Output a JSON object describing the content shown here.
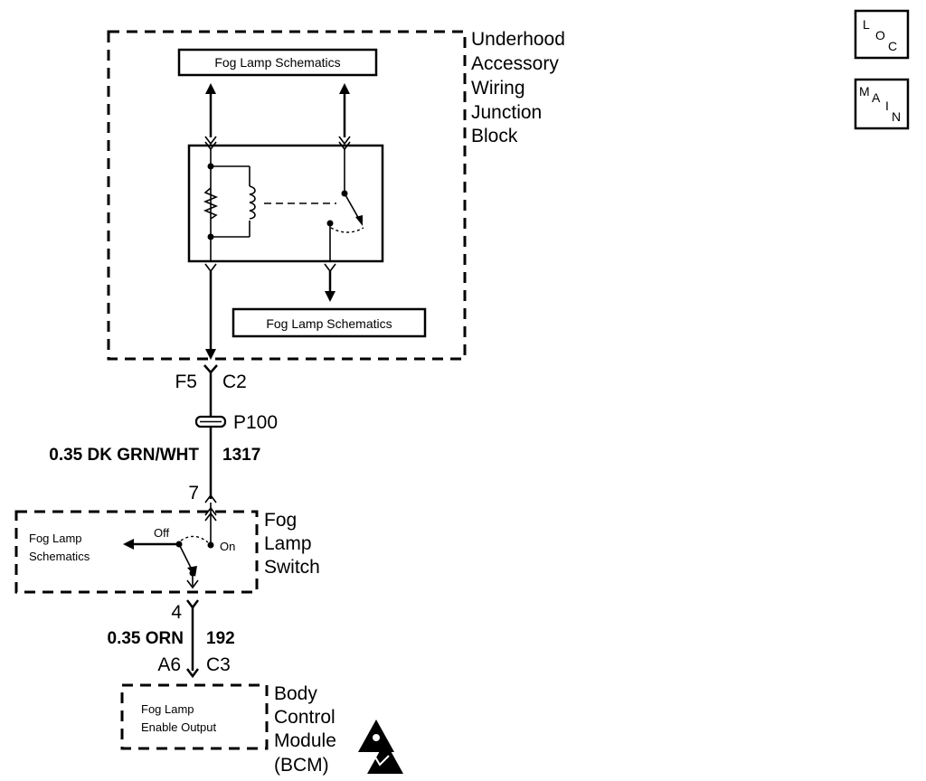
{
  "junction_block": {
    "label_lines": [
      "Underhood",
      "Accessory",
      "Wiring",
      "Junction",
      "Block"
    ],
    "top_schematic_ref": "Fog Lamp Schematics",
    "bottom_schematic_ref": "Fog Lamp Schematics"
  },
  "upper_connector": {
    "pin": "F5",
    "name": "C2"
  },
  "splice": {
    "name": "P100"
  },
  "wire_upper": {
    "gauge_color": "0.35 DK GRN/WHT",
    "circuit": "1317"
  },
  "switch": {
    "label_lines": [
      "Fog",
      "Lamp",
      "Switch"
    ],
    "pin_top": "7",
    "pin_bottom": "4",
    "off_label": "Off",
    "on_label": "On",
    "schematic_ref_lines": [
      "Fog Lamp",
      "Schematics"
    ]
  },
  "wire_lower": {
    "gauge_color": "0.35 ORN",
    "circuit": "192"
  },
  "lower_connector": {
    "pin": "A6",
    "name": "C3"
  },
  "bcm": {
    "label_lines": [
      "Body",
      "Control",
      "Module",
      "(BCM)"
    ],
    "output_lines": [
      "Fog Lamp",
      "Enable Output"
    ]
  },
  "nav_icons": {
    "loc": {
      "letters": [
        "L",
        "O",
        "C"
      ]
    },
    "main": {
      "letters": [
        "M",
        "A",
        "I",
        "N"
      ]
    }
  }
}
